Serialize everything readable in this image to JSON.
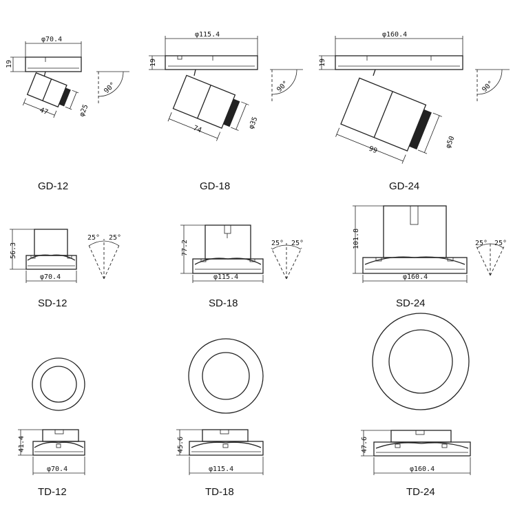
{
  "gd": {
    "gd12": {
      "model": "GD-12",
      "dia": "φ70.4",
      "height": "19",
      "length": "47",
      "head": "φ25",
      "angle": "90°"
    },
    "gd18": {
      "model": "GD-18",
      "dia": "φ115.4",
      "height": "19",
      "length": "74",
      "head": "φ35",
      "angle": "90°"
    },
    "gd24": {
      "model": "GD-24",
      "dia": "φ160.4",
      "height": "19",
      "length": "99",
      "head": "φ50",
      "angle": "90°"
    }
  },
  "sd": {
    "sd12": {
      "model": "SD-12",
      "dia": "φ70.4",
      "height": "56.3",
      "tilt_left": "25°",
      "tilt_right": "25°"
    },
    "sd18": {
      "model": "SD-18",
      "dia": "φ115.4",
      "height": "77.2",
      "tilt_left": "25°",
      "tilt_right": "25°"
    },
    "sd24": {
      "model": "SD-24",
      "dia": "φ160.4",
      "height": "101.8",
      "tilt_left": "25°",
      "tilt_right": "25°"
    }
  },
  "td": {
    "td12": {
      "model": "TD-12",
      "dia": "φ70.4",
      "height": "41.4"
    },
    "td18": {
      "model": "TD-18",
      "dia": "φ115.4",
      "height": "45.6"
    },
    "td24": {
      "model": "TD-24",
      "dia": "φ160.4",
      "height": "47.6"
    }
  }
}
